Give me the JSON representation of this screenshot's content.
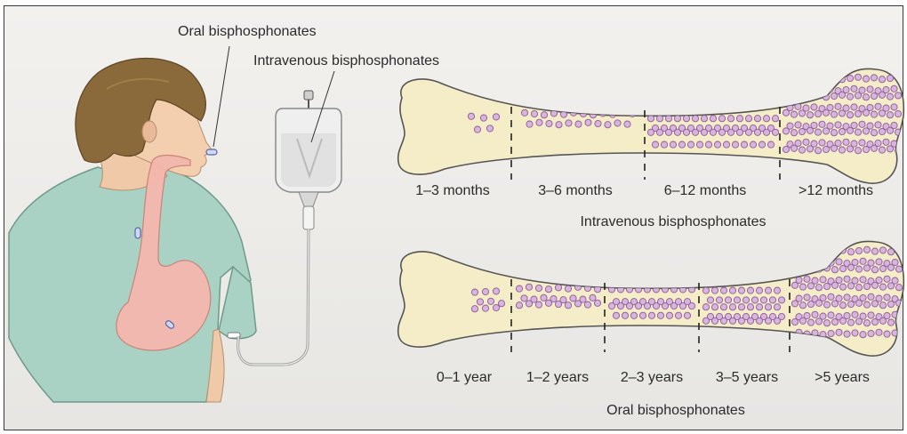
{
  "labels": {
    "oral_pointer": "Oral bisphosphonates",
    "iv_pointer": "Intravenous bisphosphonates"
  },
  "intravenous": {
    "periods": [
      "1–3 months",
      "3–6 months",
      "6–12 months",
      ">12 months"
    ],
    "caption": "Intravenous bisphosphonates"
  },
  "oral": {
    "periods": [
      "0–1 year",
      "1–2 years",
      "2–3 years",
      "3–5 years",
      ">5 years"
    ],
    "caption": "Oral bisphosphonates"
  },
  "colors": {
    "bone_fill": "#f5ecc8",
    "deposit_fill": "#d9b4dd",
    "deposit_stroke": "#8a5c9a",
    "shirt": "#a9d2c4",
    "oesophagus": "#f4b7ad"
  }
}
